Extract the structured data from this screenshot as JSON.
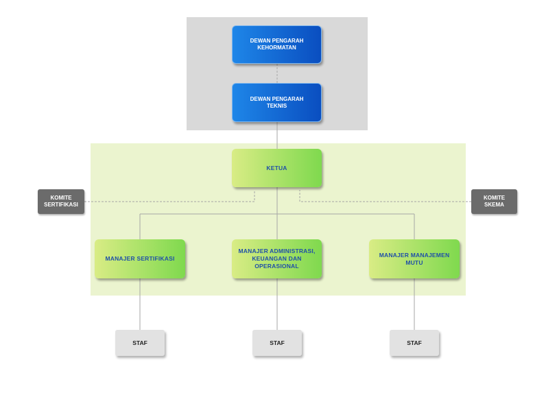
{
  "nodes": {
    "dewan_kehormatan": "DEWAN PENGARAH\nKEHORMATAN",
    "dewan_teknis": "DEWAN PENGARAH\nTEKNIS",
    "ketua": "KETUA",
    "komite_sertifikasi": "KOMITE\nSERTIFIKASI",
    "komite_skema": "KOMITE\nSKEMA",
    "manajer_sertifikasi": "MANAJER SERTIFIKASI",
    "manajer_administrasi": "MANAJER ADMINISTRASI,\nKEUANGAN DAN\nOPERASIONAL",
    "manajer_mutu": "MANAJER MANAJEMEN\nMUTU",
    "staf_1": "STAF",
    "staf_2": "STAF",
    "staf_3": "STAF"
  },
  "colors": {
    "blue_box": "#0a4ec0",
    "green_box": "#7fd94e",
    "green_text": "#1f4fa8",
    "gray_region": "#d9d9d9",
    "green_region": "#ebf4cf",
    "committee_box": "#6b6b6b",
    "staff_box": "#e2e2e2",
    "connector": "#a6a6a6"
  }
}
